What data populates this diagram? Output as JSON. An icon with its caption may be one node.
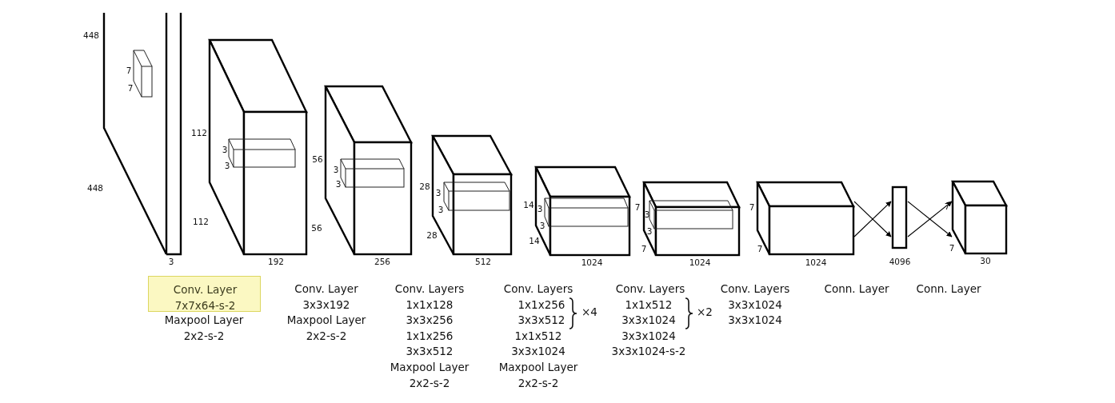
{
  "diagram": {
    "nodes": [
      {
        "text": [],
        "shape": "box",
        "beside": [
          "448",
          "448",
          "3"
        ]
      },
      {
        "text": [],
        "shape": "box",
        "beside": [
          "112",
          "112",
          "192"
        ]
      },
      {
        "text": [],
        "shape": "box",
        "beside": [
          "56",
          "56",
          "256"
        ]
      },
      {
        "text": [],
        "shape": "box",
        "beside": [
          "28",
          "28",
          "512"
        ]
      },
      {
        "text": [],
        "shape": "box",
        "beside": [
          "14",
          "14",
          "1024"
        ]
      },
      {
        "text": [],
        "shape": "box",
        "beside": [
          "7",
          "7",
          "1024"
        ]
      },
      {
        "text": [],
        "shape": "box",
        "beside": [
          "7",
          "7",
          "1024"
        ]
      },
      {
        "text": [],
        "shape": "bar",
        "beside": [
          "4096"
        ]
      },
      {
        "text": [],
        "shape": "box",
        "beside": [
          "7",
          "7",
          "30"
        ]
      },
      {
        "text": [
          "Conv. Layer",
          "7x7x64-s-2"
        ]
      }
    ],
    "edges": [
      {
        "from": 6,
        "to": 7,
        "arrow": "to"
      },
      {
        "from": 6,
        "to": 7,
        "arrow": "to"
      },
      {
        "from": 7,
        "to": 8,
        "arrow": "to"
      },
      {
        "from": 7,
        "to": 8,
        "arrow": "to"
      }
    ],
    "labels": [
      "7",
      "7",
      "3",
      "3",
      "3",
      "3",
      "3",
      "3",
      "3",
      "3",
      "3",
      "3",
      "Maxpool Layer",
      "2x2-s-2",
      "Conv. Layer",
      "3x3x192",
      "Maxpool Layer",
      "2x2-s-2",
      "Conv. Layers",
      "1x1x128",
      "3x3x256",
      "1x1x256",
      "3x3x512",
      "Maxpool Layer",
      "2x2-s-2",
      "Conv. Layers",
      "1x1x256",
      "3x3x512",
      "×4",
      "1x1x512",
      "3x3x1024",
      "Maxpool Layer",
      "2x2-s-2",
      "Conv. Layers",
      "1x1x512",
      "3x3x1024",
      "×2",
      "3x3x1024",
      "3x3x1024-s-2",
      "Conv. Layers",
      "3x3x1024",
      "3x3x1024",
      "Conn. Layer",
      "Conn. Layer"
    ]
  }
}
